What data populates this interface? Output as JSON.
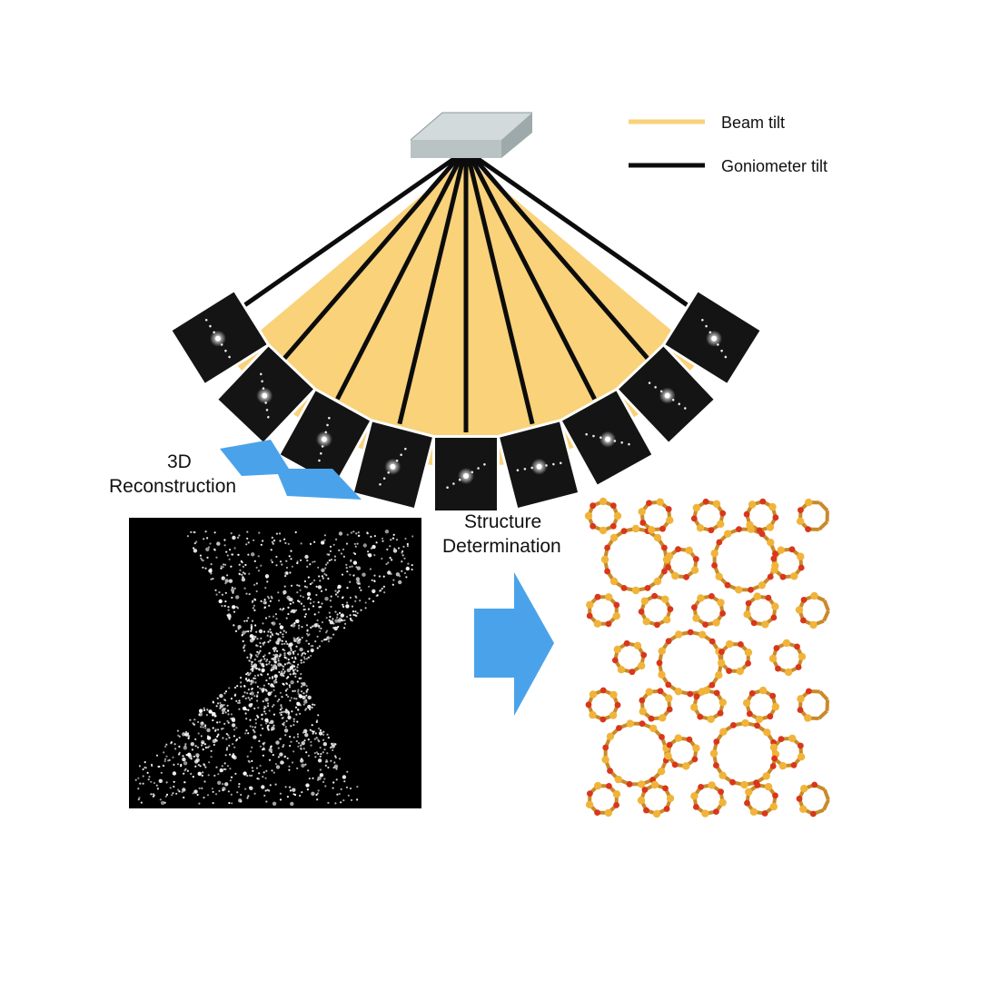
{
  "legend": {
    "items": [
      {
        "label": "Beam tilt",
        "color": "#f9d27a"
      },
      {
        "label": "Goniometer tilt",
        "color": "#0c0c0c"
      }
    ]
  },
  "steps": {
    "reconstruction": {
      "line1": "3D",
      "line2": "Reconstruction"
    },
    "structure": {
      "line1": "Structure",
      "line2": "Determination"
    }
  },
  "colors": {
    "beam": "#f9d27a",
    "goniometer": "#0c0c0c",
    "arrow": "#4aa3ea",
    "crystal_top": "#d2dadb",
    "oxygen": "#d9361c",
    "silicon": "#f1b43a",
    "panel": "#000000"
  },
  "diffraction_frames": {
    "count": 9
  }
}
